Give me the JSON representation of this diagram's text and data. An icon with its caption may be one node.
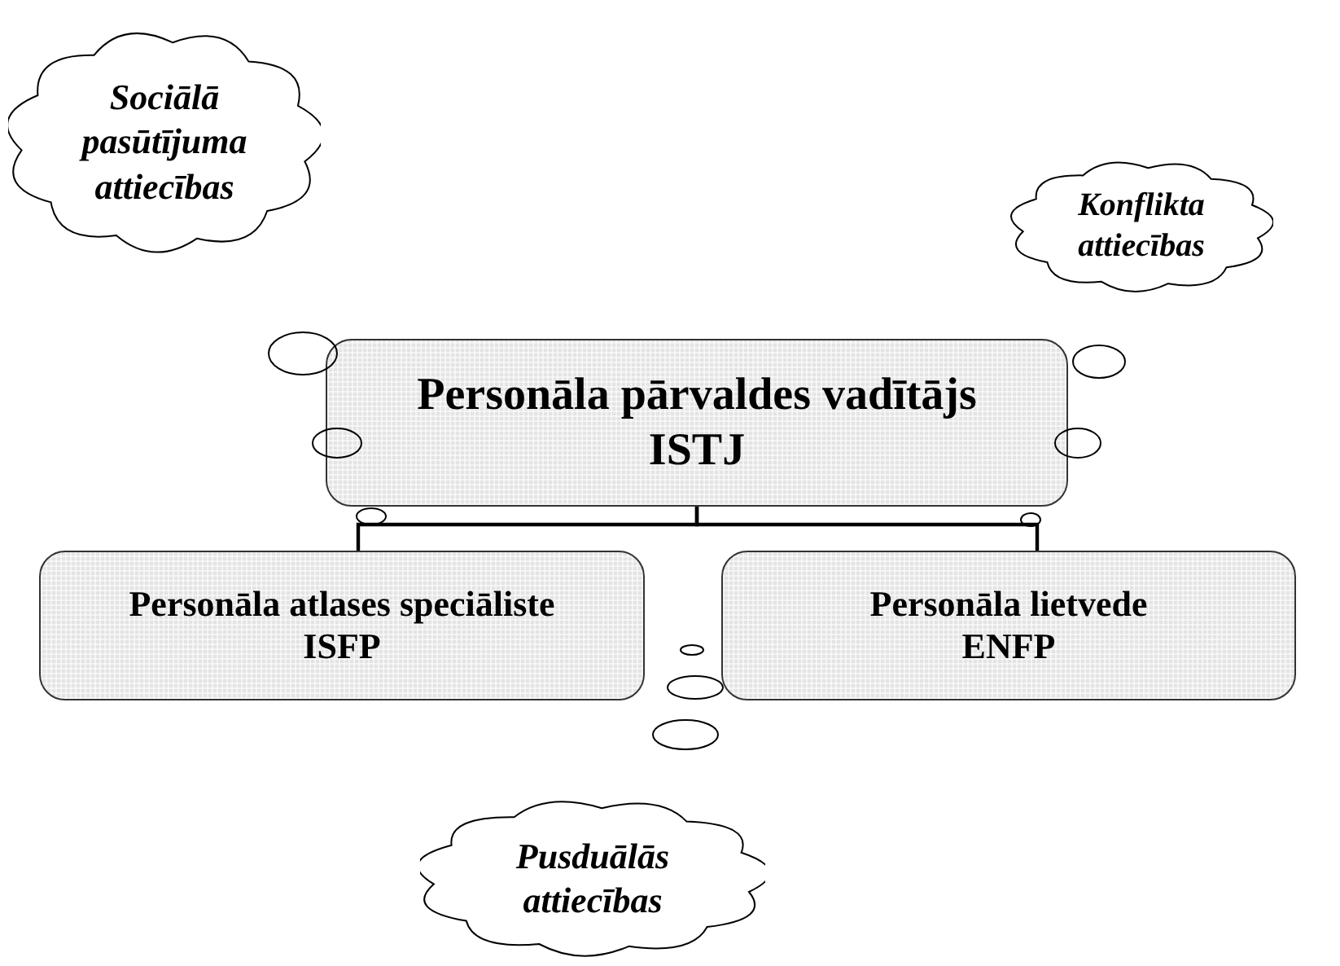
{
  "diagram": {
    "nodes": [
      {
        "text": [
          "Sociālā pasūtījuma attiecības"
        ]
      },
      {
        "text": [
          "Konflikta attiecības"
        ]
      },
      {
        "text": [
          "Personāla pārvaldes vadītājs",
          "ISTJ"
        ]
      },
      {
        "text": [
          "Personāla atlases speciāliste",
          "ISFP"
        ]
      },
      {
        "text": [
          "Personāla lietvede",
          "ENFP"
        ]
      },
      {
        "text": [
          "Pusduālās attiecības"
        ]
      }
    ],
    "edges": [
      {
        "from": 2,
        "to": 3,
        "arrow": "none"
      },
      {
        "from": 2,
        "to": 4,
        "arrow": "none"
      }
    ]
  }
}
